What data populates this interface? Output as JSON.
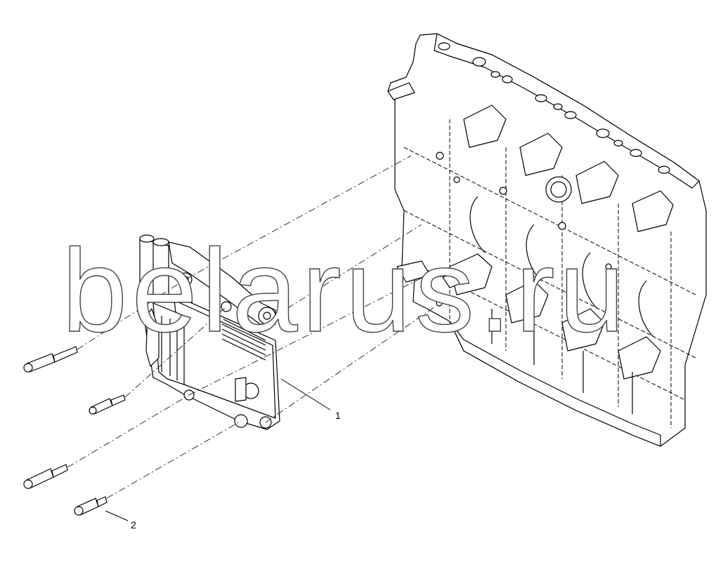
{
  "diagram": {
    "callouts": [
      {
        "id": "1",
        "text": "1"
      },
      {
        "id": "2",
        "text": "2"
      }
    ],
    "watermark": "belarus.ru",
    "colors": {
      "line": "#000000",
      "fill": "#ffffff",
      "dash": "#333333",
      "watermark_stroke": "#444444"
    }
  }
}
